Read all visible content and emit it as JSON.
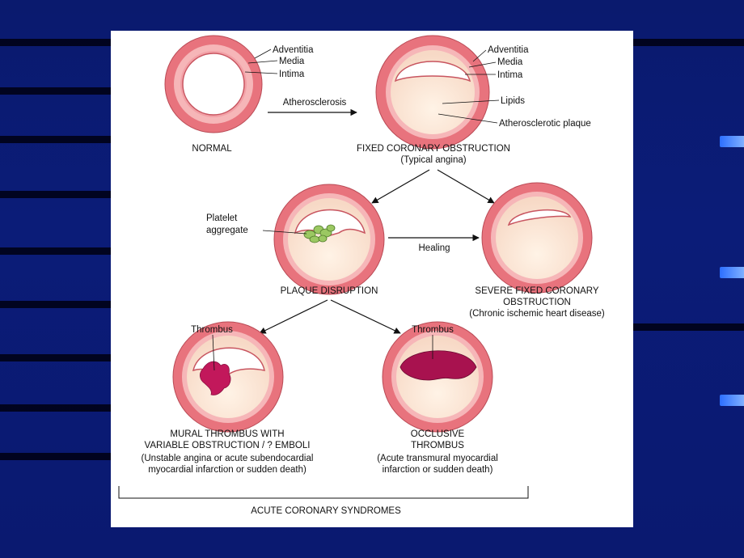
{
  "colors": {
    "slide_bg": "#0b1c78",
    "wall_outer": "#e8737d",
    "wall_inner": "#f6b6b8",
    "plaque": "#fbe6d6",
    "thrombus": "#c2185b",
    "platelet": "#8fbf4f"
  },
  "labels": {
    "adventitia": "Adventitia",
    "media": "Media",
    "intima": "Intima",
    "lipids": "Lipids",
    "plaque": "Atherosclerotic plaque",
    "platelet_line1": "Platelet",
    "platelet_line2": "aggregate",
    "thrombus": "Thrombus"
  },
  "arrows": {
    "atherosclerosis": "Atherosclerosis",
    "healing": "Healing"
  },
  "captions": {
    "normal": "NORMAL",
    "fixed_line1": "FIXED CORONARY OBSTRUCTION",
    "fixed_line2": "(Typical angina)",
    "disruption": "PLAQUE DISRUPTION",
    "severe_line1": "SEVERE FIXED CORONARY",
    "severe_line2": "OBSTRUCTION",
    "severe_line3": "(Chronic ischemic heart disease)",
    "mural_line1": "MURAL THROMBUS WITH",
    "mural_line2": "VARIABLE OBSTRUCTION / ? EMBOLI",
    "mural_line3": "(Unstable angina or acute subendocardial",
    "mural_line4": "myocardial infarction or sudden death)",
    "occlusive_line1": "OCCLUSIVE",
    "occlusive_line2": "THROMBUS",
    "occlusive_line3": "(Acute transmural myocardial",
    "occlusive_line4": "infarction or sudden death)",
    "acute": "ACUTE CORONARY SYNDROMES"
  }
}
